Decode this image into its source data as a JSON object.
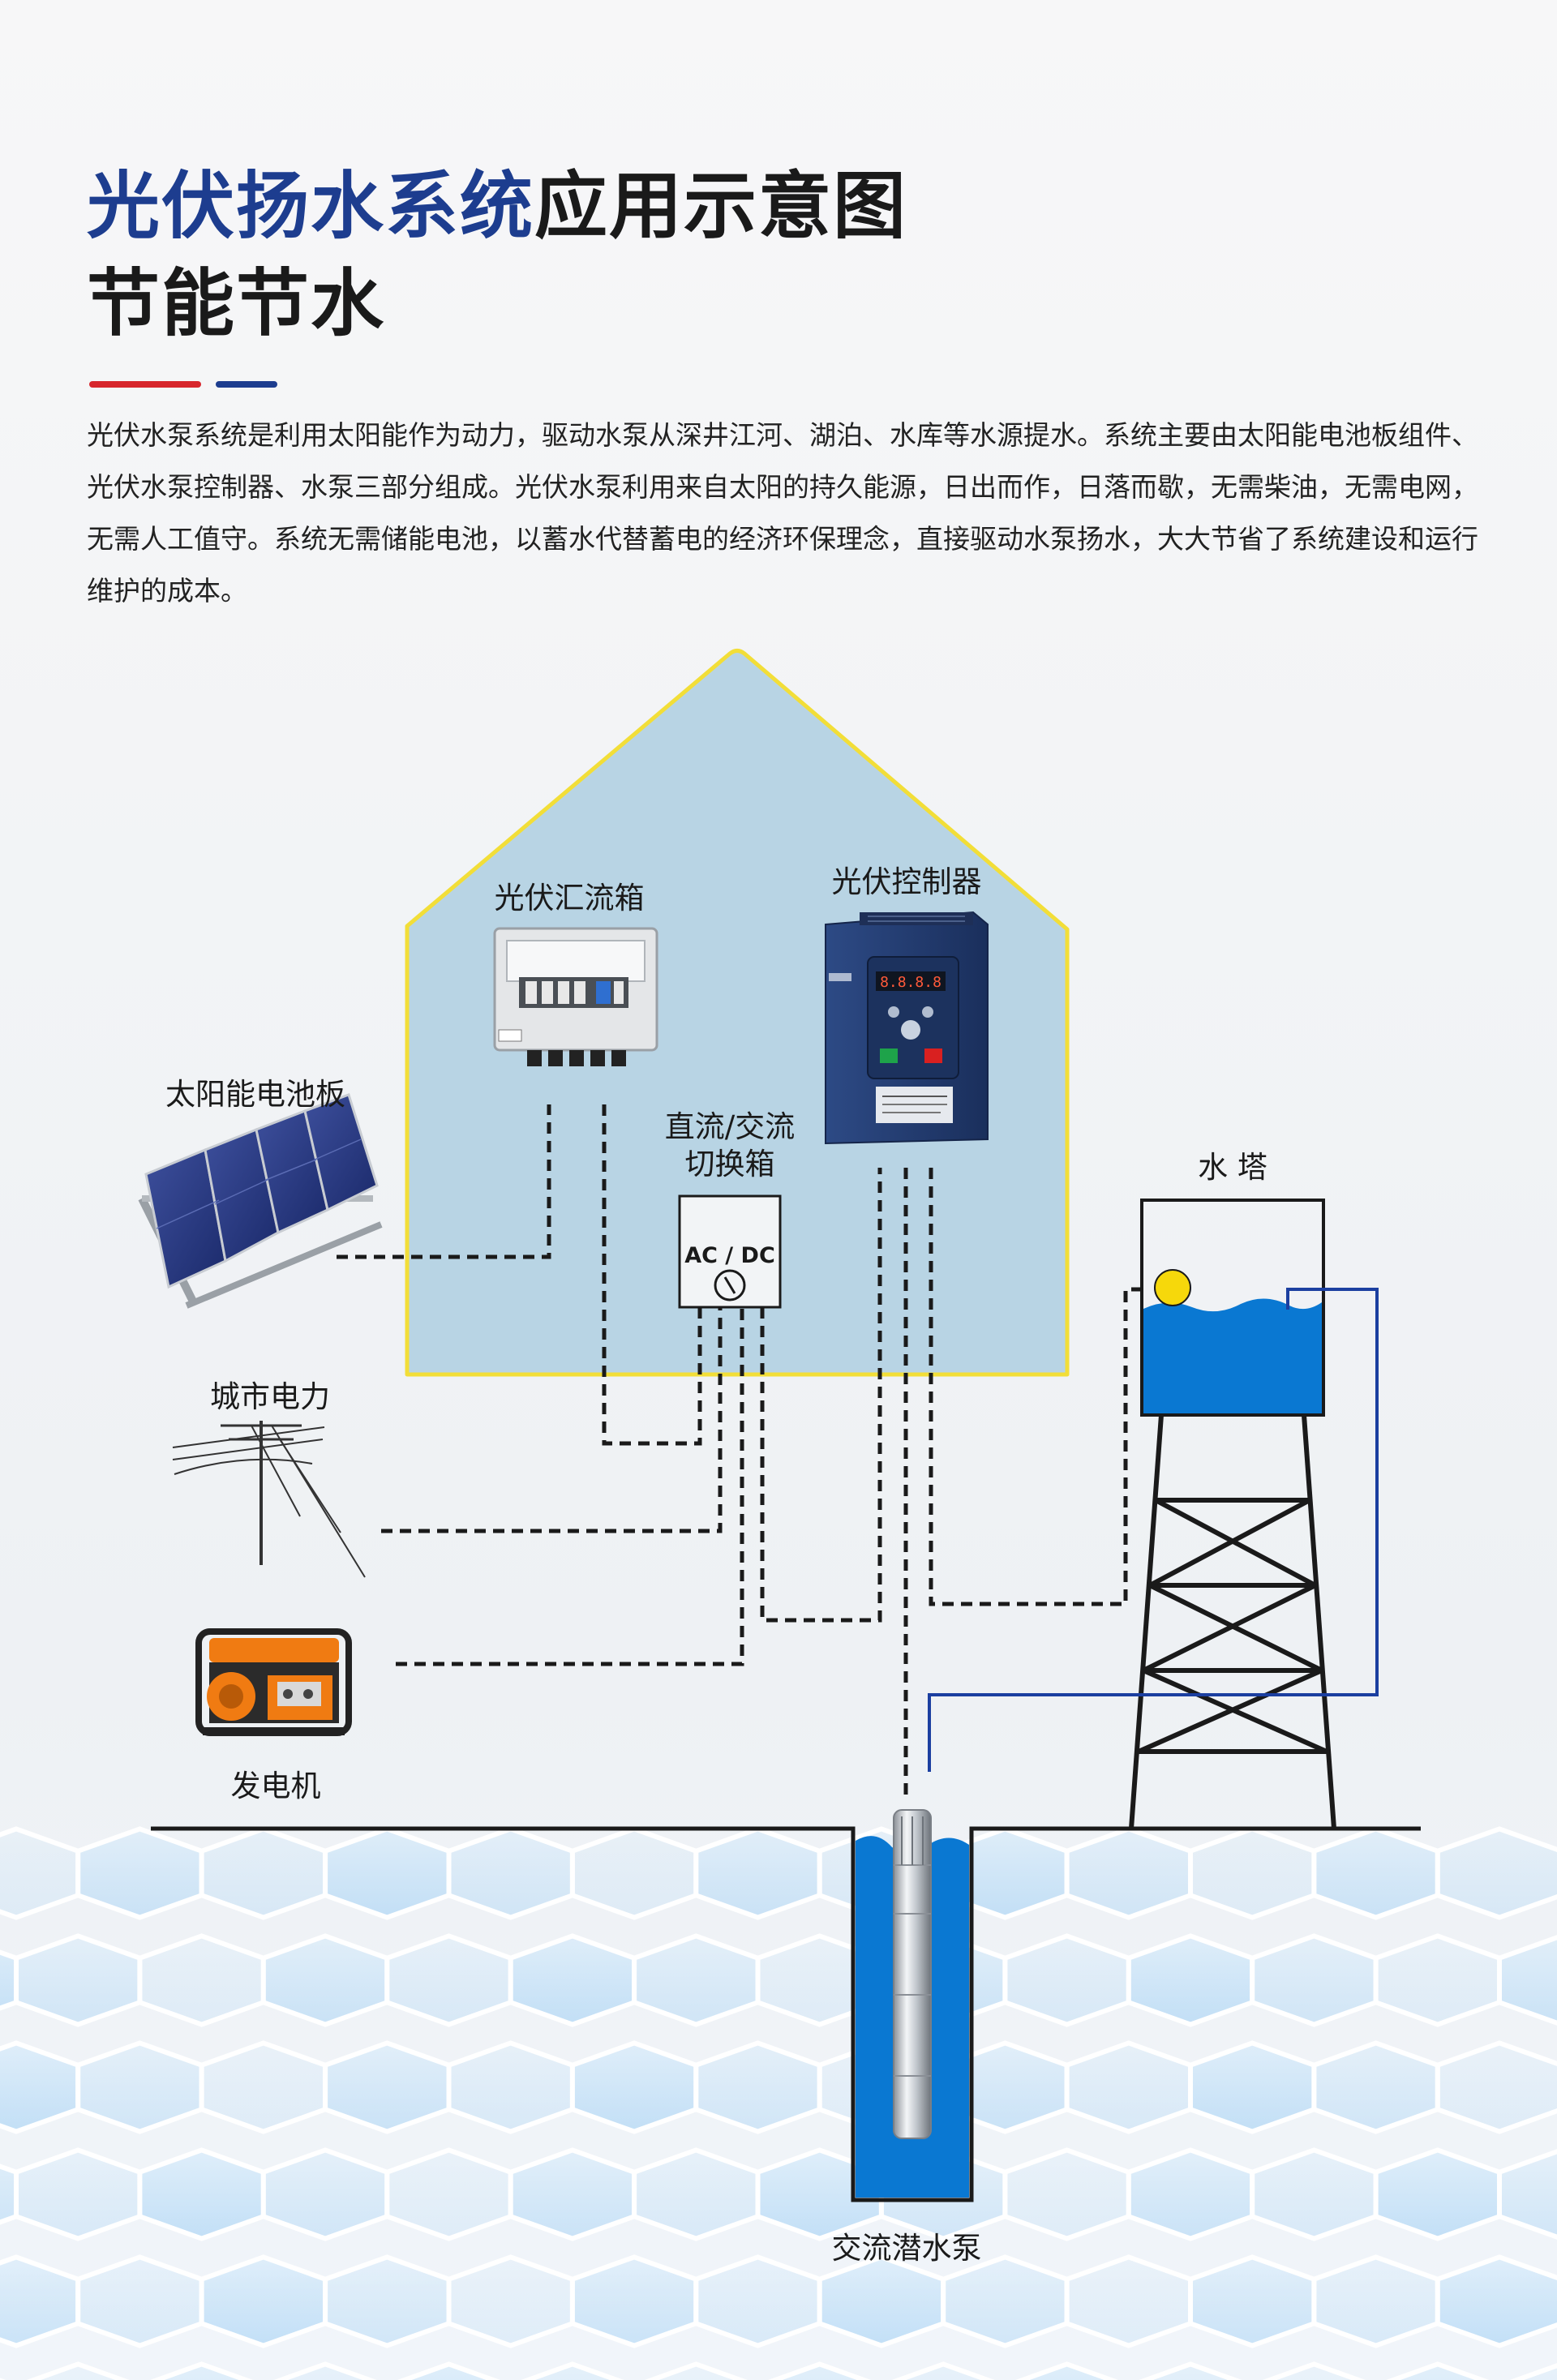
{
  "header": {
    "title_accent": "光伏扬水系统",
    "title_rest": "应用示意图",
    "subtitle": "节能节水"
  },
  "intro": "光伏水泵系统是利用太阳能作为动力，驱动水泵从深井江河、湖泊、水库等水源提水。系统主要由太阳能电池板组件、光伏水泵控制器、水泵三部分组成。光伏水泵利用来自太阳的持久能源，日出而作，日落而歇，无需柴油，无需电网，无需人工值守。系统无需储能电池，以蓄水代替蓄电的经济环保理念，直接驱动水泵扬水，大大节省了系统建设和运行维护的成本。",
  "diagram": {
    "combiner_box": "光伏汇流箱",
    "controller": "光伏控制器",
    "switch_box_line1": "直流/交流",
    "switch_box_line2": "切换箱",
    "switch_face": "AC / DC",
    "solar_panel": "太阳能电池板",
    "city_power": "城市电力",
    "generator": "发电机",
    "water_tower": "水 塔",
    "pump": "交流潜水泵"
  },
  "colors": {
    "title_accent": "#1d3d8f",
    "red_bar": "#d7262c",
    "house_fill": "#b8d4e4",
    "house_border": "#f2de38",
    "water": "#0a78d2",
    "pipe": "#1b3fa0",
    "controller_body": "#233e73",
    "generator_orange": "#f07b12"
  },
  "icons": [
    "solar-panel-icon",
    "power-pole-icon",
    "generator-icon",
    "water-tower-icon",
    "combiner-box-icon",
    "controller-icon",
    "switch-box-icon",
    "submersible-pump-icon"
  ]
}
